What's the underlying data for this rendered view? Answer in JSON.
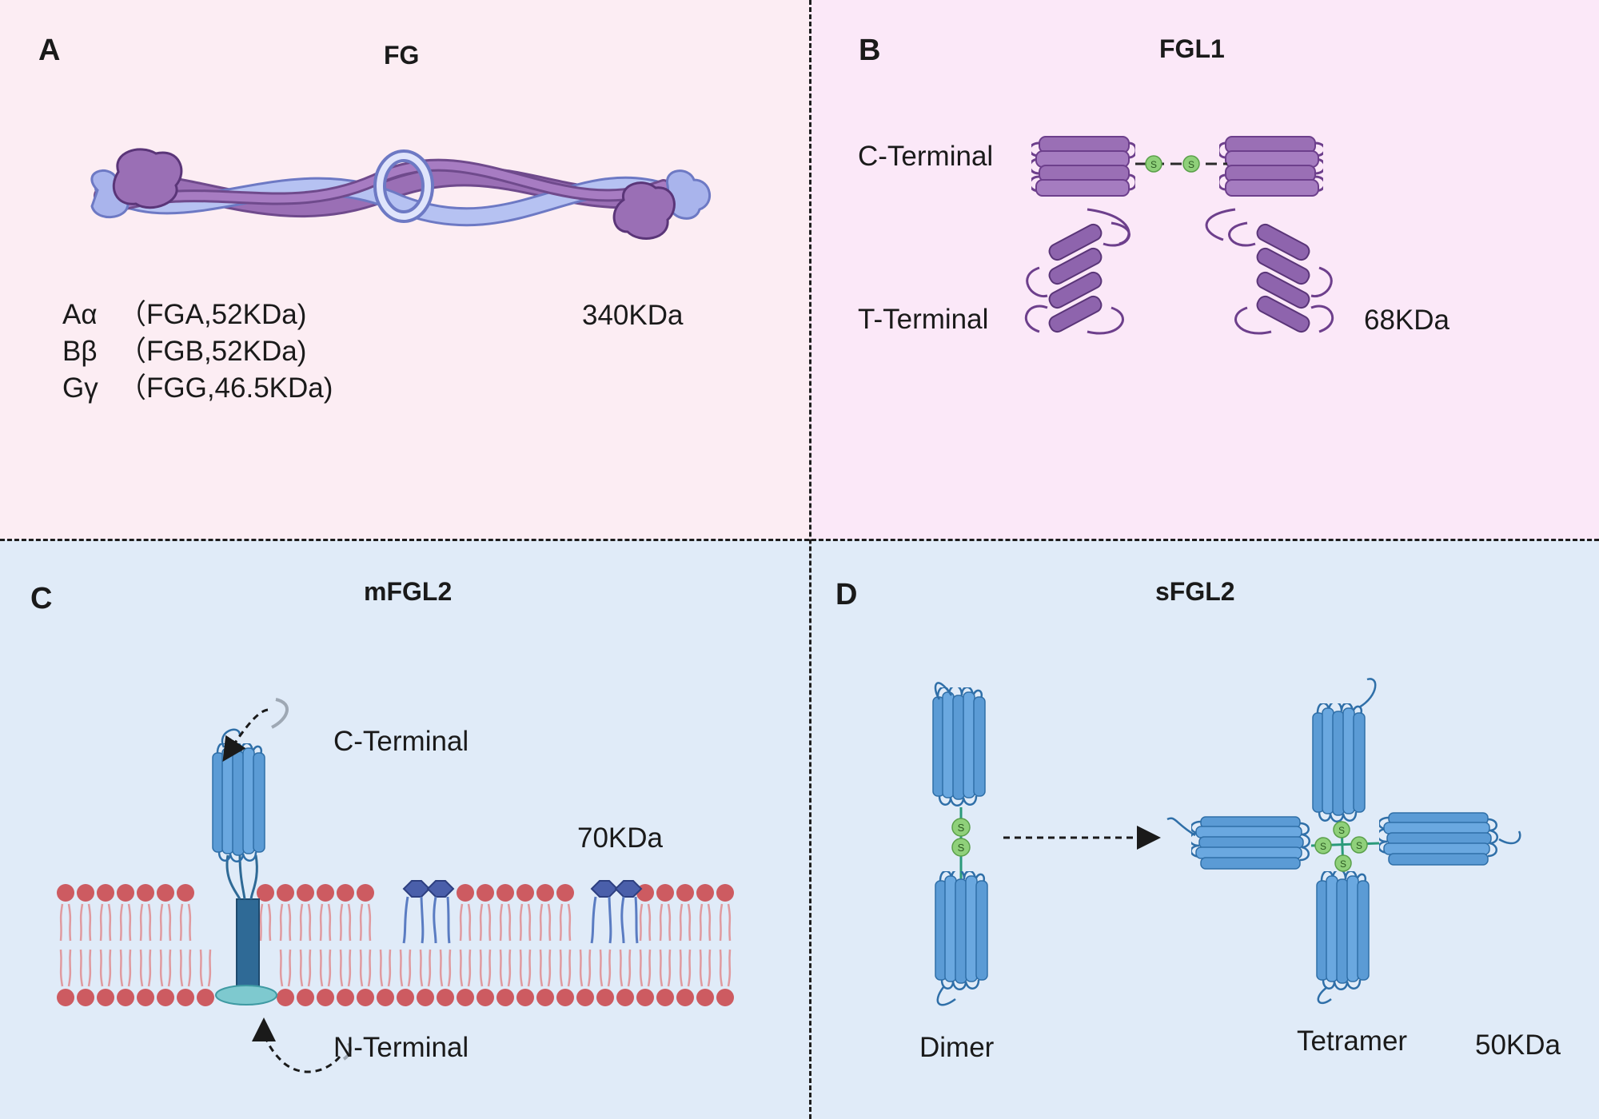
{
  "panels": {
    "A": {
      "letter": "A",
      "title": "FG",
      "mass": "340KDa",
      "chains": [
        {
          "label": "Aα",
          "detail": "（FGA,52KDa)"
        },
        {
          "label": "Bβ",
          "detail": "（FGB,52KDa)"
        },
        {
          "label": "Gγ",
          "detail": "（FGG,46.5KDa)"
        }
      ]
    },
    "B": {
      "letter": "B",
      "title": "FGL1",
      "c_terminal": "C-Terminal",
      "t_terminal": "T-Terminal",
      "mass": "68KDa",
      "disulfide": "S"
    },
    "C": {
      "letter": "C",
      "title": "mFGL2",
      "c_terminal": "C-Terminal",
      "n_terminal": "N-Terminal",
      "mass": "70KDa"
    },
    "D": {
      "letter": "D",
      "title": "sFGL2",
      "dimer": "Dimer",
      "tetramer": "Tetramer",
      "mass": "50KDa",
      "disulfide": "S"
    }
  },
  "colors": {
    "panel_top_left": "#fcedf3",
    "panel_top_right": "#fbe8f8",
    "panel_bottom": "#e0ebf8",
    "fibrinogen_purple": "#8e5fa6",
    "fibrinogen_lavender": "#a9b4ec",
    "fgl1_purple": "#9a6fb5",
    "fgl2_blue": "#5b9bd5",
    "lipid_head": "#cd5b61",
    "disulfide_green": "#8fd07a"
  }
}
